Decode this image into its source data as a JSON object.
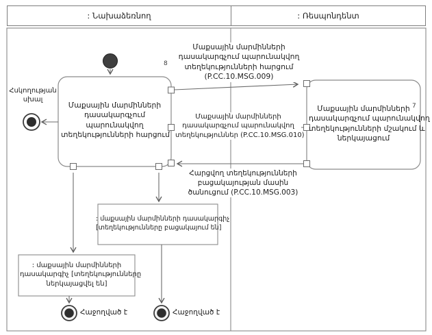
{
  "lanes": {
    "left_label": ": Նախաձեռնող",
    "right_label": ": Ռեսպոնդենտ"
  },
  "activities": {
    "request": "Մաքսային մարմինների\nդասակարգչում\nպարունակվող\nտեղեկությունների հարցում",
    "process": "Մաքսային մարմինների\nդասակարգչում պարունակվող\nտեղեկությունների մշակում և\nներկայացում",
    "process_footnote": "7"
  },
  "messages": {
    "msg009": "Մաքսային մարմինների\nդասակարգչում պարունակվող\nտեղեկությունների հարցում\n(P.CC.10.MSG.009)",
    "msg009_footnote": "8",
    "msg010": "Մաքսային մարմինների\nդասակարգչում պարունակվող\nտեղեկություններ (P.CC.10.MSG.010)",
    "msg003": "Հարցվող տեղեկությունների\nբացակայության մասին\nծանուցում (P.CC.10.MSG.003)"
  },
  "objects": {
    "absent": ": մաքսային մարմինների դասակարգիչ\n[տեղեկությունները բացակայում են]",
    "presented": ": մաքսային մարմինների\nդասակարգիչ [տեղեկությունները\nներկայացվել են]"
  },
  "terminals": {
    "error_label": "Հսկողության\nսխալ",
    "success_left": "Հաջողված է",
    "success_right": "Հաջողված է"
  },
  "colors": {
    "line": "#6b6b6b",
    "box_border": "#8a8a8a",
    "text": "#1c1c1c",
    "node_fill": "#333333",
    "background": "#ffffff"
  }
}
